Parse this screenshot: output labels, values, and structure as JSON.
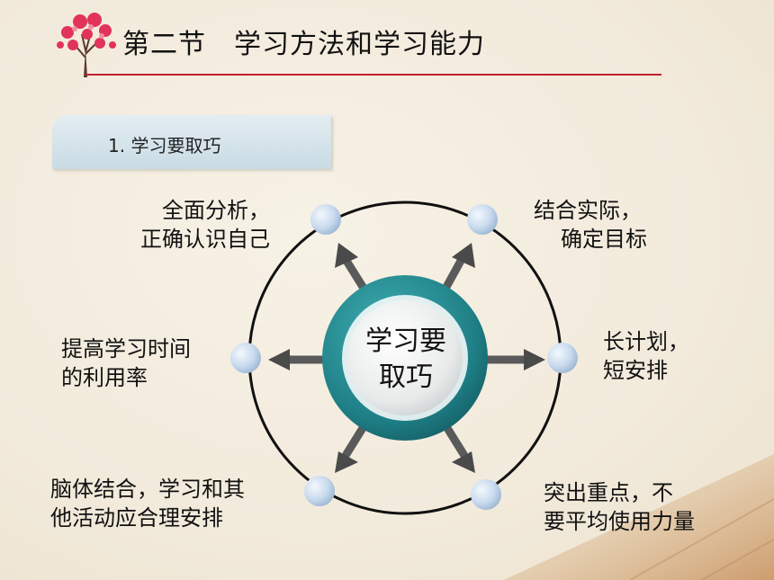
{
  "title": "第二节　学习方法和学习能力",
  "section_label": "1. 学习要取巧",
  "center": {
    "line1": "学习要",
    "line2": "取巧"
  },
  "items": {
    "top_left": {
      "line1": "全面分析，",
      "line2": "正确认识自己"
    },
    "top_right": {
      "line1": "结合实际，",
      "line2": "确定目标"
    },
    "left": {
      "line1": "提高学习时间",
      "line2": "的利用率"
    },
    "right": {
      "line1": "长计划，",
      "line2": "短安排"
    },
    "bottom_left": {
      "line1": "脑体结合，学习和其",
      "line2": "他活动应合理安排"
    },
    "bottom_right": {
      "line1": "突出重点，不",
      "line2": "要平均使用力量"
    }
  },
  "colors": {
    "accent": "#c2202f",
    "center_ring": "#1f7f86",
    "node": "#c9dbee"
  },
  "icons": {
    "logo": "heart-tree-icon"
  }
}
